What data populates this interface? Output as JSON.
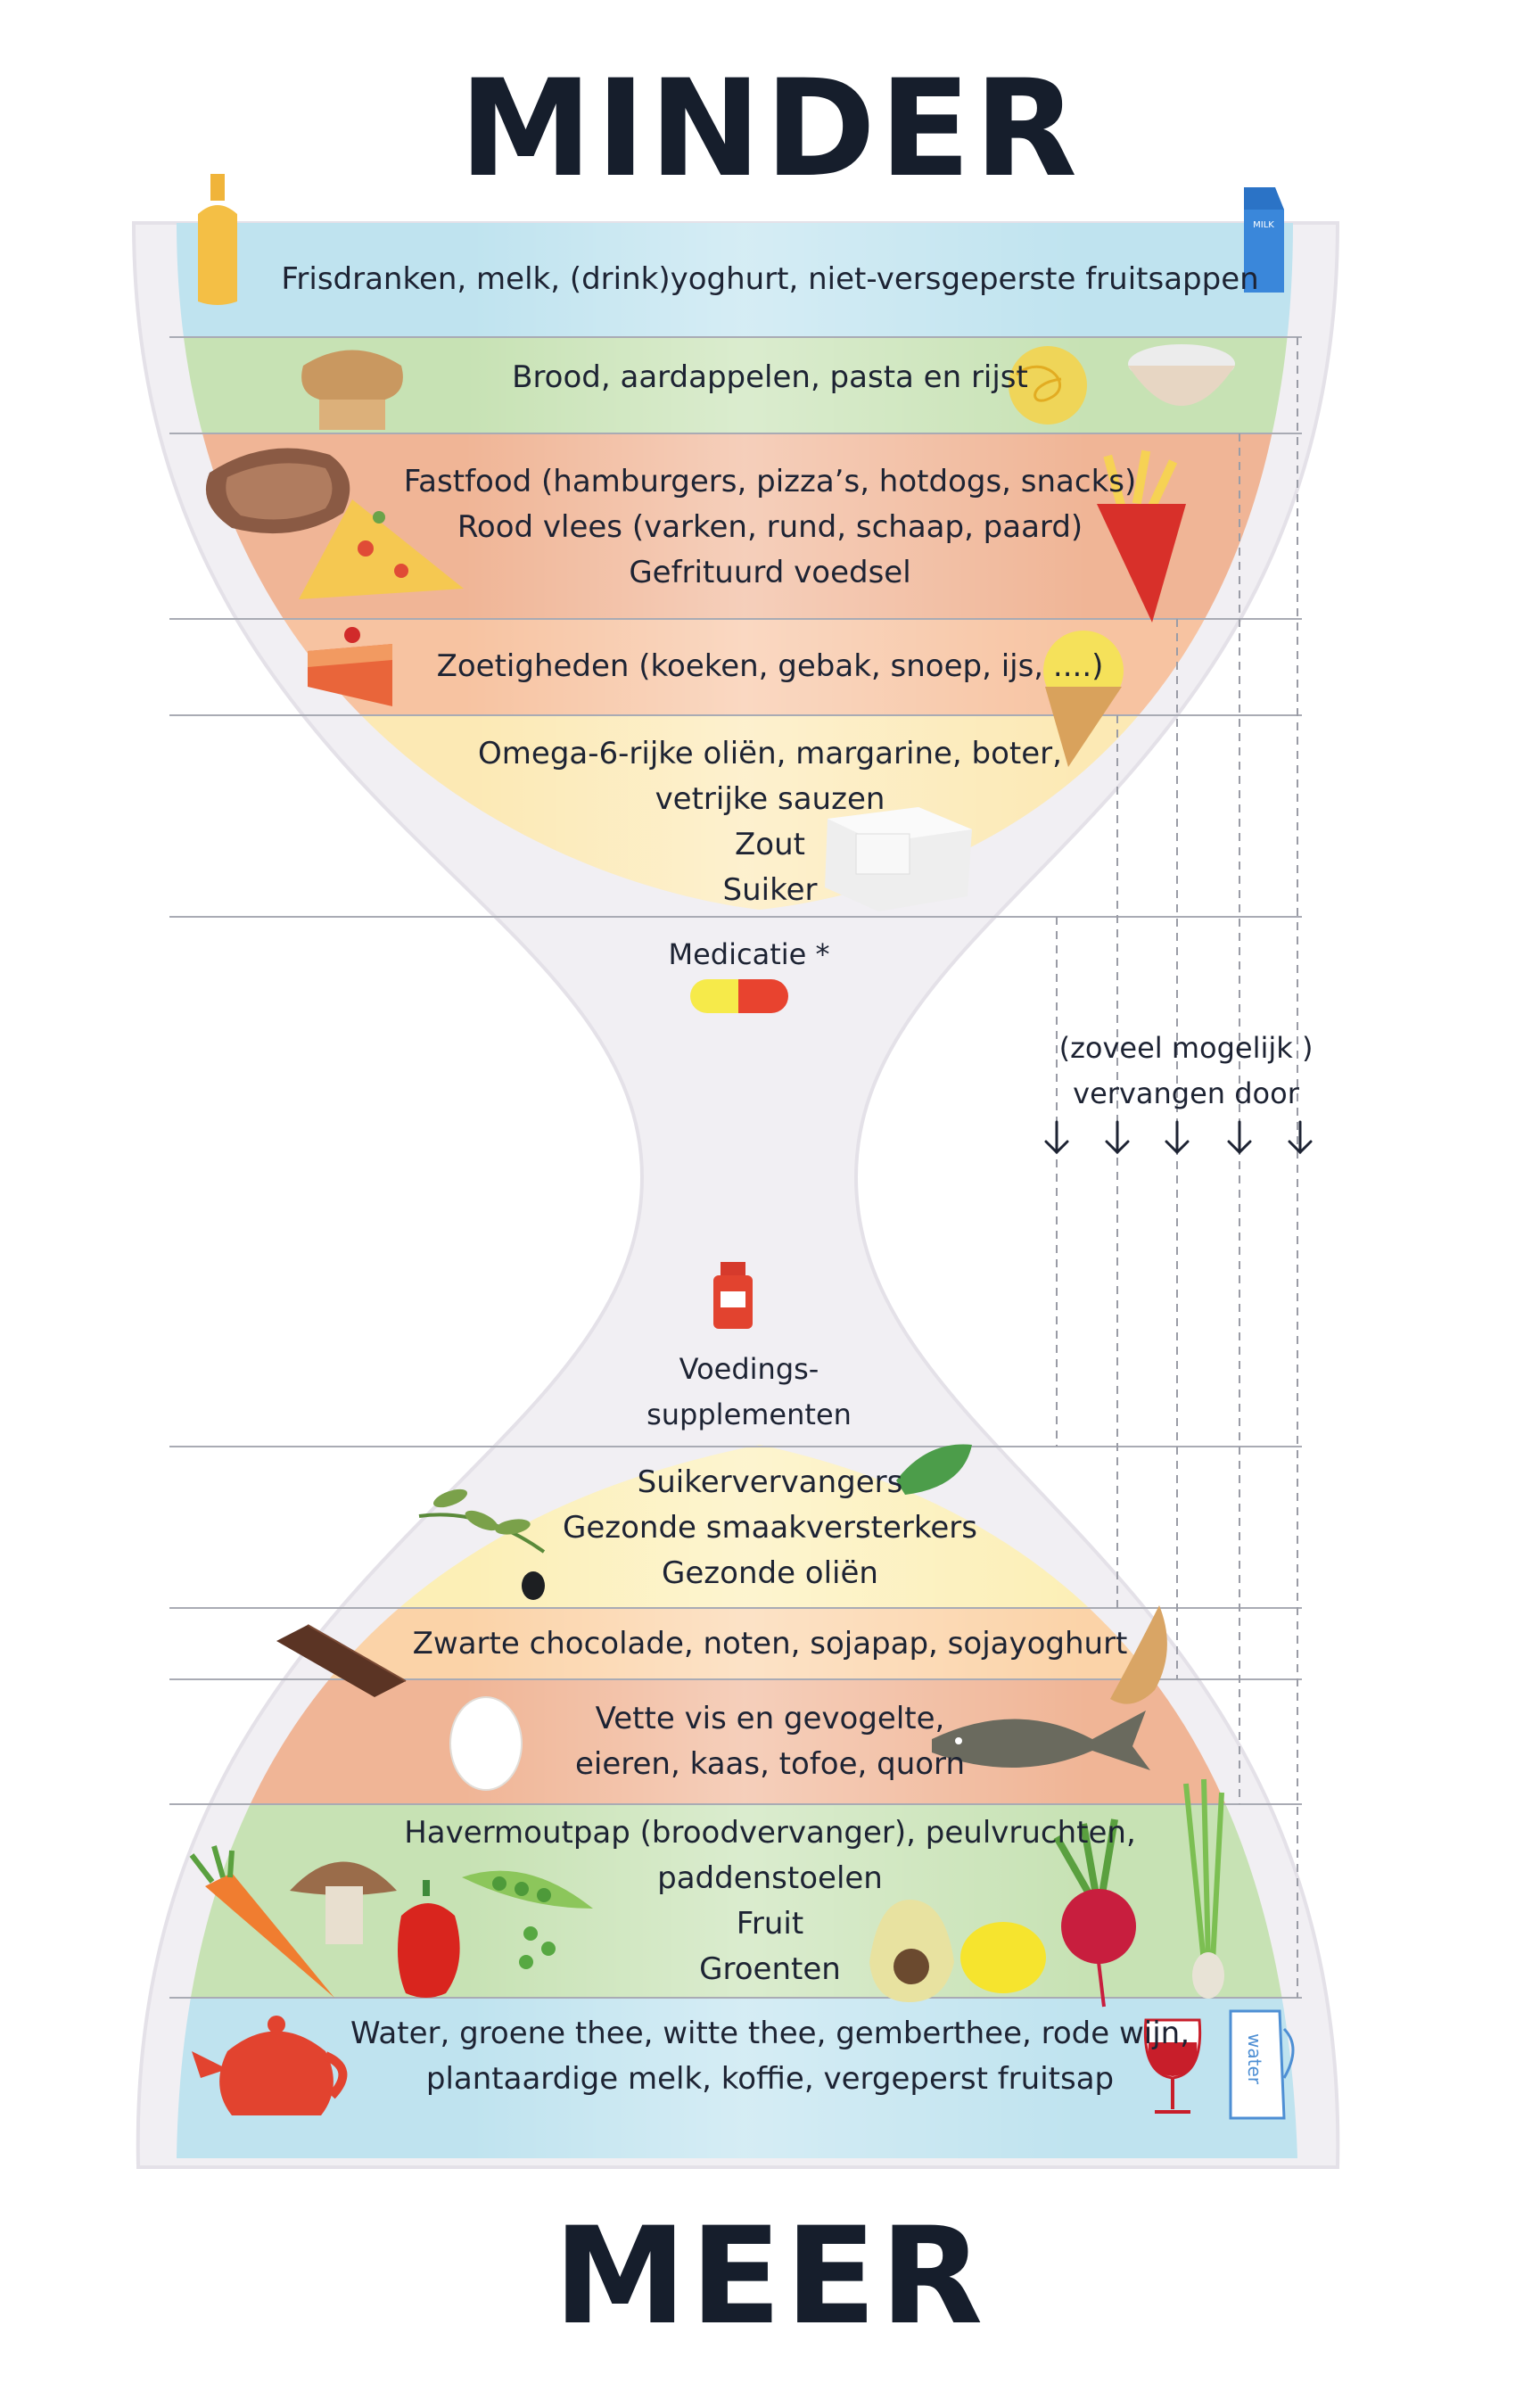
{
  "headings": {
    "top": "MINDER",
    "bottom": "MEER"
  },
  "bands_top": [
    {
      "lines": [
        "Frisdranken, melk, (drink)yoghurt, niet-versgeperste fruitsappen"
      ]
    },
    {
      "lines": [
        "Brood, aardappelen, pasta en rijst"
      ]
    },
    {
      "lines": [
        "Fastfood (hamburgers, pizza’s, hotdogs, snacks)",
        "Rood vlees (varken, rund, schaap, paard)",
        "Gefrituurd voedsel"
      ]
    },
    {
      "lines": [
        "Zoetigheden (koeken, gebak, snoep, ijs, ....)"
      ]
    },
    {
      "lines": [
        "Omega-6-rijke oliën, margarine, boter,",
        "vetrijke sauzen",
        "Zout",
        "Suiker"
      ]
    }
  ],
  "bands_bottom": [
    {
      "lines": [
        "Suikervervangers",
        "Gezonde smaakversterkers",
        "Gezonde oliën"
      ]
    },
    {
      "lines": [
        "Zwarte chocolade, noten, sojapap, sojayoghurt"
      ]
    },
    {
      "lines": [
        "Vette vis en gevogelte,",
        "eieren, kaas, tofoe, quorn"
      ]
    },
    {
      "lines": [
        "Havermoutpap (broodvervanger), peulvruchten,",
        "paddenstoelen",
        "Fruit",
        "Groenten"
      ]
    },
    {
      "lines": [
        "Water, groene thee, witte thee, gemberthee, rode wijn,",
        "plantaardige melk, koffie, vergeperst fruitsap"
      ]
    }
  ],
  "medication": "Medicatie *",
  "supplements": [
    "Voedings-",
    "supplementen"
  ],
  "replace_note": [
    "(zoveel mogelijk )",
    "vervangen door"
  ],
  "labels": {
    "milk": "MILK",
    "water": "water"
  },
  "colors": {
    "blue": "#bfe3ef",
    "green": "#c7e2b4",
    "salmon": "#f0b596",
    "peach": "#fbd3a8",
    "yellow": "#fcefb6",
    "outline": "#ece9ee",
    "text": "#1d2333",
    "capsule_red": "#e8432f",
    "capsule_yellow": "#f6ea4a"
  },
  "icons": [
    "bottle-icon",
    "milk-carton-icon",
    "bread-icon",
    "pasta-icon",
    "rice-bowl-icon",
    "steak-icon",
    "pizza-slice-icon",
    "fries-icon",
    "cake-slice-icon",
    "ice-cream-icon",
    "butter-icon",
    "capsule-icon",
    "supplement-jar-icon",
    "basil-leaf-icon",
    "olive-branch-icon",
    "chocolate-bar-icon",
    "almond-icon",
    "egg-icon",
    "fish-icon",
    "carrot-icon",
    "mushroom-icon",
    "bell-pepper-icon",
    "peas-icon",
    "avocado-icon",
    "lemon-icon",
    "beet-icon",
    "spring-onion-icon",
    "teapot-icon",
    "wine-glass-icon",
    "water-jug-icon",
    "down-arrow-icon"
  ]
}
